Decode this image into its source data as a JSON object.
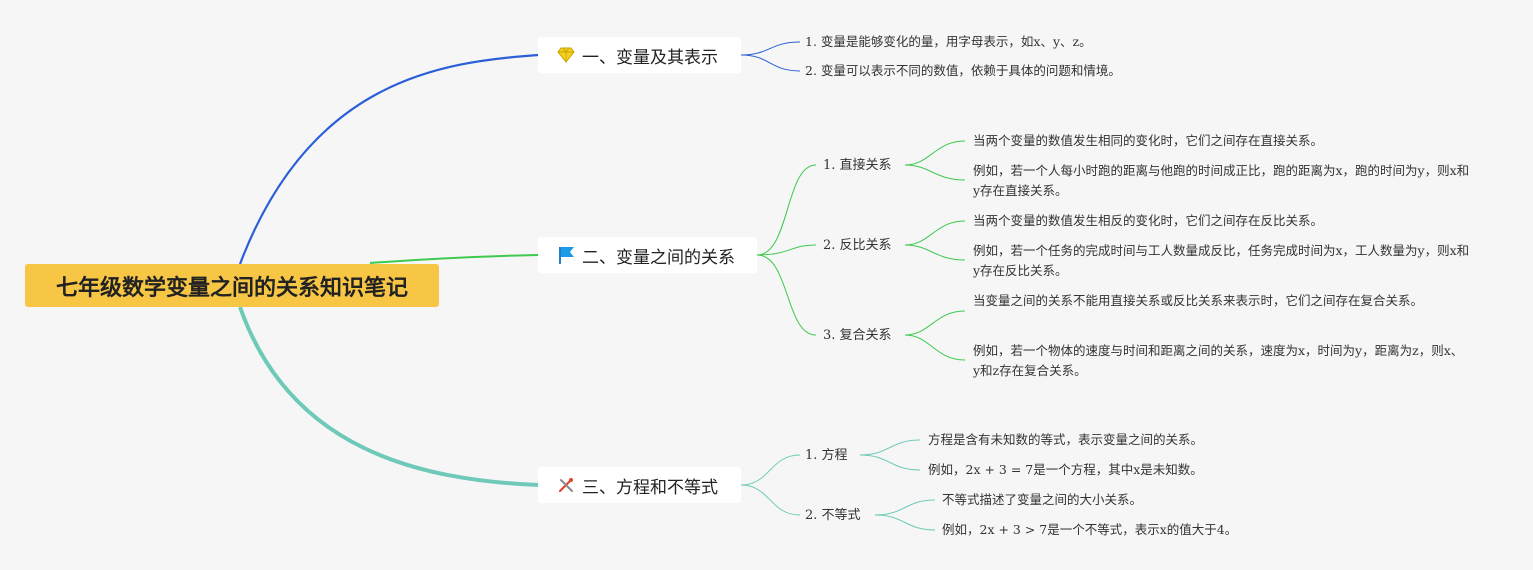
{
  "title": "七年级数学变量之间的关系知识笔记",
  "colors": {
    "root_bg": "#f7c644",
    "branch1": "#2a5fd8",
    "branch2": "#3ec94f",
    "branch3": "#6ec9b8"
  },
  "branches": [
    {
      "label": "一、变量及其表示",
      "icon": "gem-icon",
      "leaves": [
        "1. 变量是能够变化的量，用字母表示，如x、y、z。",
        "2. 变量可以表示不同的数值，依赖于具体的问题和情境。"
      ]
    },
    {
      "label": "二、变量之间的关系",
      "icon": "flag-icon",
      "subs": [
        {
          "label": "1. 直接关系",
          "leaves": [
            "当两个变量的数值发生相同的变化时，它们之间存在直接关系。",
            "例如，若一个人每小时跑的距离与他跑的时间成正比，跑的距离为x，跑的时间为y，则x和y存在直接关系。"
          ]
        },
        {
          "label": "2. 反比关系",
          "leaves": [
            "当两个变量的数值发生相反的变化时，它们之间存在反比关系。",
            "例如，若一个任务的完成时间与工人数量成反比，任务完成时间为x，工人数量为y，则x和y存在反比关系。"
          ]
        },
        {
          "label": "3. 复合关系",
          "leaves": [
            "当变量之间的关系不能用直接关系或反比关系来表示时，它们之间存在复合关系。",
            "例如，若一个物体的速度与时间和距离之间的关系，速度为x，时间为y，距离为z，则x、y和z存在复合关系。"
          ]
        }
      ]
    },
    {
      "label": "三、方程和不等式",
      "icon": "tools-icon",
      "subs": [
        {
          "label": "1. 方程",
          "leaves": [
            "方程是含有未知数的等式，表示变量之间的关系。",
            "例如，2x + 3 = 7是一个方程，其中x是未知数。"
          ]
        },
        {
          "label": "2. 不等式",
          "leaves": [
            "不等式描述了变量之间的大小关系。",
            "例如，2x + 3 > 7是一个不等式，表示x的值大于4。"
          ]
        }
      ]
    }
  ]
}
